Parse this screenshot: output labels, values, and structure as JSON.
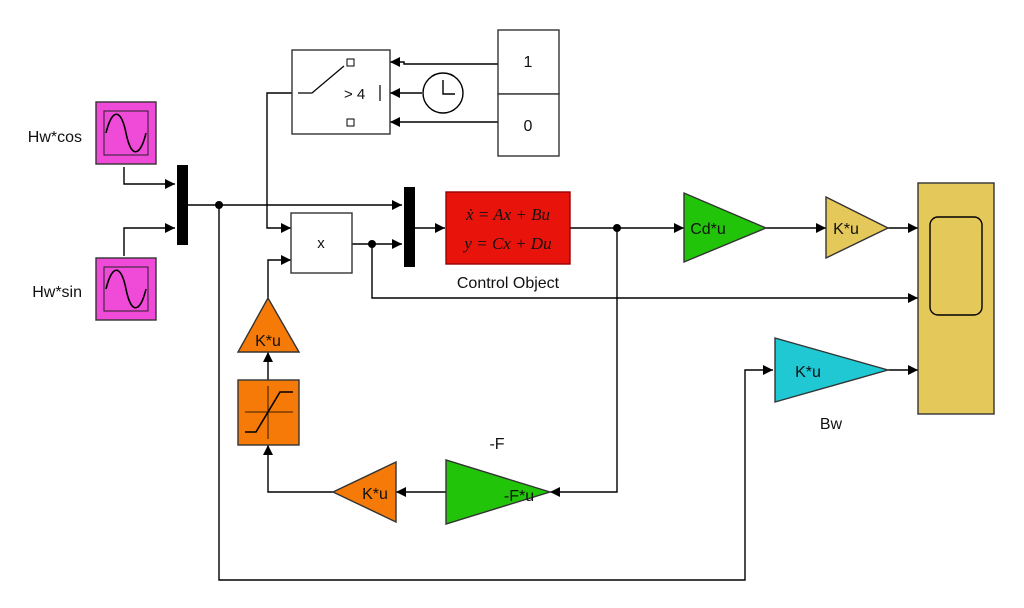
{
  "colors": {
    "source": "#f04ad9",
    "plant": "#e8140c",
    "gain_green": "#22c40a",
    "gain_orange": "#f57a08",
    "gain_yellow": "#e5c85a",
    "gain_cyan": "#1fc8d3",
    "scope": "#e5c85a",
    "plant_border": "#990000"
  },
  "blocks": {
    "sine_cos": {
      "label": "Hw*cos",
      "icon": "sine-wave-icon"
    },
    "sine_sin": {
      "label": "Hw*sin",
      "icon": "sine-wave-icon"
    },
    "switch": {
      "threshold": "> 4",
      "icon": "switch-icon"
    },
    "clock": {
      "icon": "clock-icon"
    },
    "const_one": {
      "value": "1"
    },
    "const_zero": {
      "value": "0"
    },
    "product": {
      "label": "x"
    },
    "plant": {
      "eq1": "ẋ = Ax + Bu",
      "eq2": "y = Cx + Du",
      "caption": "Control Object"
    },
    "gain_cd": {
      "label": "Cd*u"
    },
    "gain_k_yellow": {
      "label": "K*u"
    },
    "scope": {
      "icon": "scope-screen-icon"
    },
    "gain_bw": {
      "label": "K*u",
      "caption": "Bw"
    },
    "gain_f": {
      "label": "-F*u",
      "caption": "-F"
    },
    "gain_k_bottom": {
      "label": "K*u"
    },
    "saturation": {
      "icon": "saturation-icon"
    },
    "gain_k_vertical": {
      "label": "K*u"
    }
  }
}
